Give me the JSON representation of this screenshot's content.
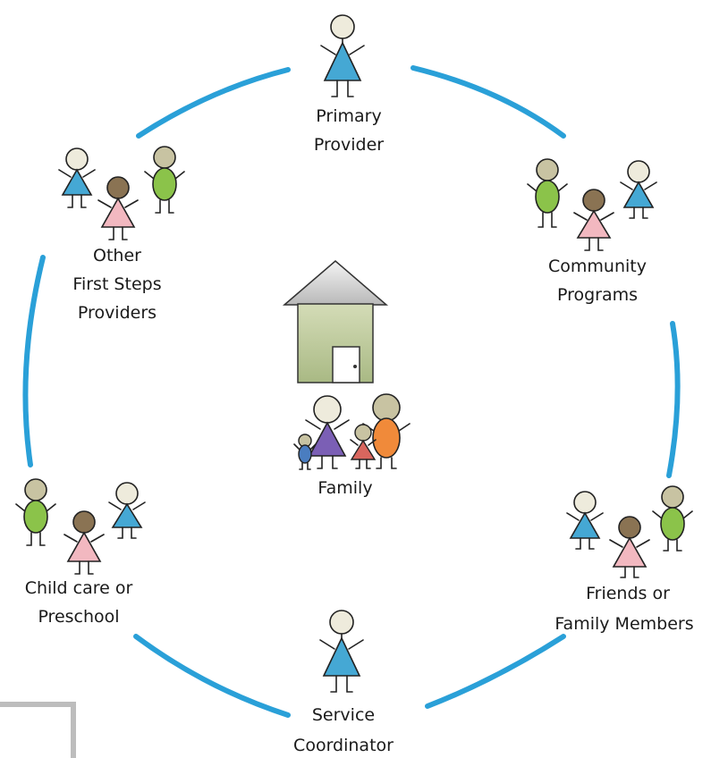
{
  "center": {
    "label": "Family"
  },
  "nodes": [
    {
      "id": "primary-provider",
      "lines": [
        "Primary",
        "Provider"
      ]
    },
    {
      "id": "community-programs",
      "lines": [
        "Community",
        "Programs"
      ]
    },
    {
      "id": "friends-family",
      "lines": [
        "Friends or",
        "Family Members"
      ]
    },
    {
      "id": "service-coordinator",
      "lines": [
        "Service",
        "Coordinator"
      ]
    },
    {
      "id": "childcare-preschool",
      "lines": [
        "Child care or",
        "Preschool"
      ]
    },
    {
      "id": "other-providers",
      "lines": [
        "Other",
        "First Steps",
        "Providers"
      ]
    }
  ],
  "colors": {
    "ring": "#2aa0d8",
    "person_blue": "#45a8d4",
    "person_green": "#8bc34a",
    "person_pink": "#f2b8c0",
    "person_purple": "#7b5fb5",
    "person_orange": "#f08a3a",
    "person_red": "#d9665e",
    "house_wall": "#c5d1a3",
    "house_roof": "#d7d7d7"
  },
  "icons": [
    "person-figure-icon",
    "house-icon",
    "family-group-icon"
  ]
}
